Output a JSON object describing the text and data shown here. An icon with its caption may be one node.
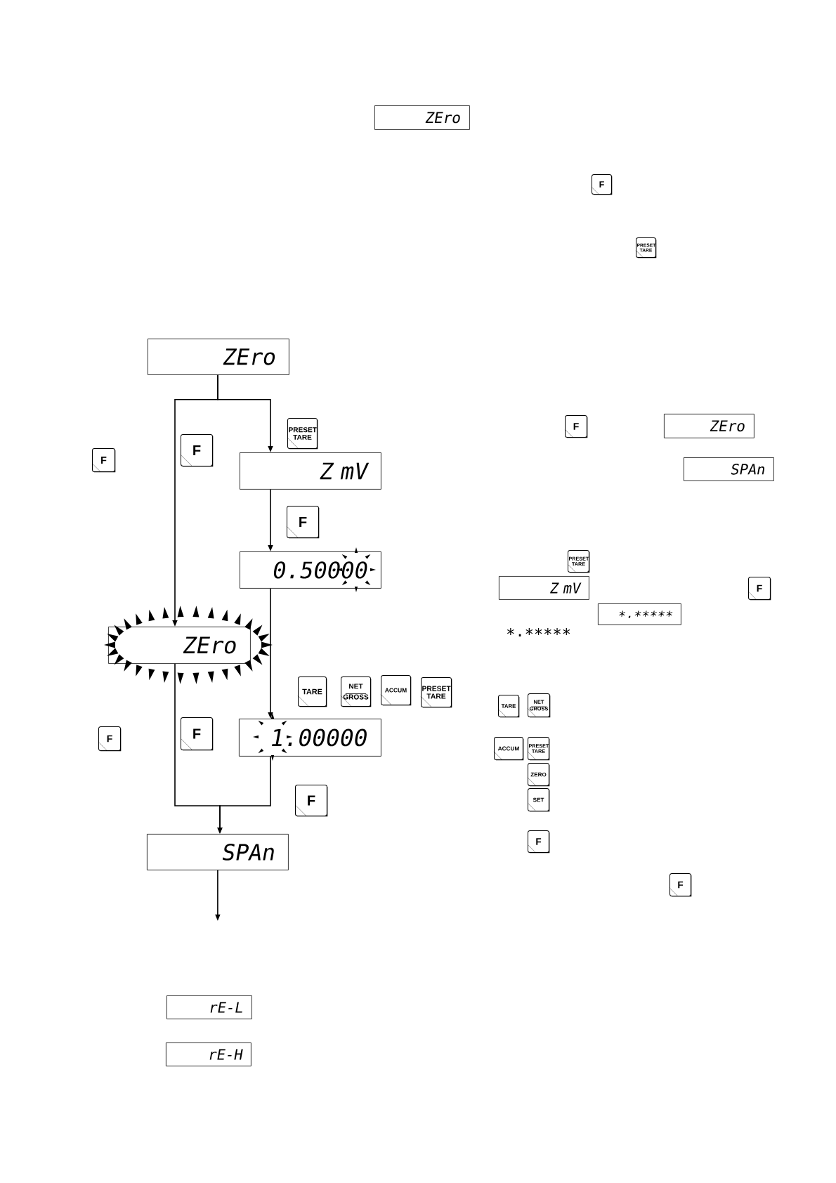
{
  "diagram": {
    "nodes": [
      {
        "text": [
          "ZEro"
        ]
      },
      {
        "text": [
          "F"
        ]
      },
      {
        "text": [
          "PRESET TARE"
        ]
      },
      {
        "text": [
          "ZEro"
        ]
      },
      {
        "text": [
          "F"
        ]
      },
      {
        "text": [
          "PRESET TARE"
        ]
      },
      {
        "text": [
          "F"
        ]
      },
      {
        "text": [
          "F"
        ]
      },
      {
        "text": [
          "ZEro"
        ]
      },
      {
        "text": [
          "Z mV"
        ]
      },
      {
        "text": [
          "SPAn"
        ]
      },
      {
        "text": [
          "F"
        ]
      },
      {
        "text": [
          "PRESET TARE"
        ]
      },
      {
        "text": [
          "0.50000"
        ]
      },
      {
        "text": [
          "Z mV"
        ]
      },
      {
        "text": [
          "F"
        ]
      },
      {
        "text": [
          "∗.∗∗∗∗∗"
        ]
      },
      {
        "text": [
          "ZEro"
        ]
      },
      {
        "text": [
          "TARE"
        ]
      },
      {
        "text": [
          "NET",
          "GROSS"
        ]
      },
      {
        "text": [
          "ACCUM"
        ]
      },
      {
        "text": [
          "PRESET TARE"
        ]
      },
      {
        "text": [
          "TARE"
        ]
      },
      {
        "text": [
          "NET",
          "GROSS"
        ]
      },
      {
        "text": [
          "1.00000"
        ]
      },
      {
        "text": [
          "F"
        ]
      },
      {
        "text": [
          "F"
        ]
      },
      {
        "text": [
          "ACCUM"
        ]
      },
      {
        "text": [
          "PRESET TARE"
        ]
      },
      {
        "text": [
          "ZERO"
        ]
      },
      {
        "text": [
          "F"
        ]
      },
      {
        "text": [
          "SET"
        ]
      },
      {
        "text": [
          "F"
        ]
      },
      {
        "text": [
          "SPAn"
        ]
      },
      {
        "text": [
          "F"
        ]
      },
      {
        "text": [
          "rE-L"
        ]
      },
      {
        "text": [
          "rE-H"
        ]
      }
    ],
    "edges": [
      {
        "from": 3,
        "to": 9,
        "arrow": "to"
      },
      {
        "from": 3,
        "to": 17,
        "arrow": "to"
      },
      {
        "from": 9,
        "to": 13,
        "arrow": "to"
      },
      {
        "from": 13,
        "to": 24,
        "arrow": "to"
      },
      {
        "from": 17,
        "to": 33,
        "arrow": "to"
      },
      {
        "from": 24,
        "to": 33,
        "arrow": "to"
      },
      {
        "from": 33,
        "to": null,
        "arrow": "to"
      }
    ],
    "labels": [
      "∗.∗∗∗∗∗"
    ]
  }
}
